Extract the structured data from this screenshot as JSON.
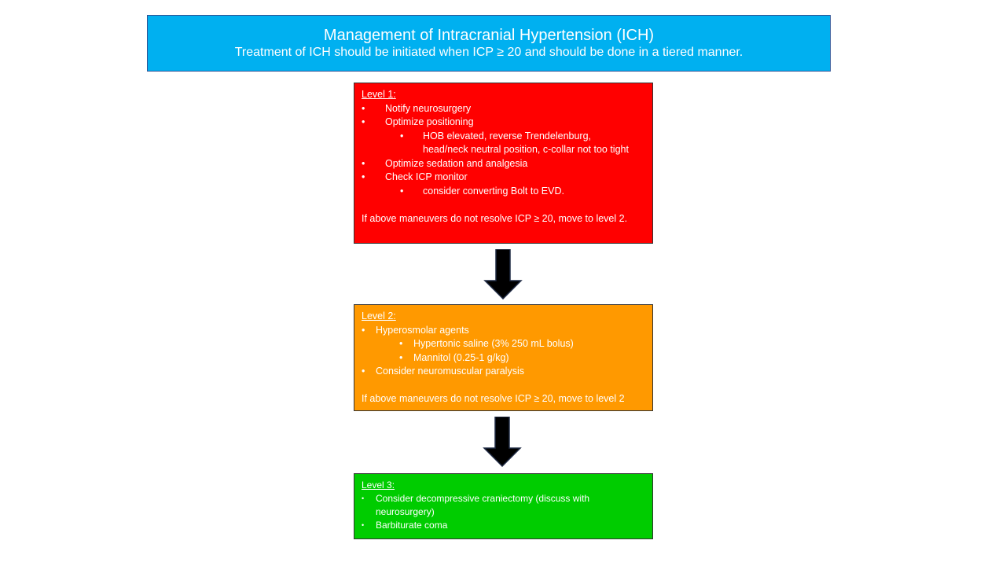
{
  "header": {
    "title": "Management of Intracranial Hypertension (ICH)",
    "subtitle": "Treatment of ICH should be initiated when ICP ≥ 20 and should be done in a tiered manner."
  },
  "colors": {
    "header_bg": "#00b0f0",
    "level1_bg": "#ff0000",
    "level2_bg": "#ff9900",
    "level3_bg": "#00cc00",
    "arrow": "#000000"
  },
  "icons": [
    "arrow-down-icon",
    "bullet-icon"
  ],
  "levels": [
    {
      "heading": "Level 1:",
      "items": [
        {
          "text": "Notify neurosurgery"
        },
        {
          "text": "Optimize positioning"
        },
        {
          "text": "HOB elevated, reverse Trendelenburg, head/neck neutral position, c-collar not too tight"
        },
        {
          "text": "Optimize sedation and analgesia"
        },
        {
          "text": "Check ICP monitor"
        },
        {
          "text": "consider converting Bolt to EVD."
        }
      ],
      "footer": "If above maneuvers do not resolve ICP ≥ 20,  move to level 2."
    },
    {
      "heading": "Level 2:",
      "items": [
        {
          "text": "Hyperosmolar agents"
        },
        {
          "text": "Hypertonic saline (3% 250 mL bolus)"
        },
        {
          "text": "Mannitol (0.25-1 g/kg)"
        },
        {
          "text": "Consider neuromuscular paralysis"
        }
      ],
      "footer": "If above maneuvers do not resolve ICP ≥ 20,  move to level 2"
    },
    {
      "heading": "Level 3:",
      "items": [
        {
          "text": "Consider  decompressive  craniectomy (discuss  with neurosurgery)"
        },
        {
          "text": "Barbiturate coma"
        }
      ]
    }
  ],
  "bullet_char": "•"
}
